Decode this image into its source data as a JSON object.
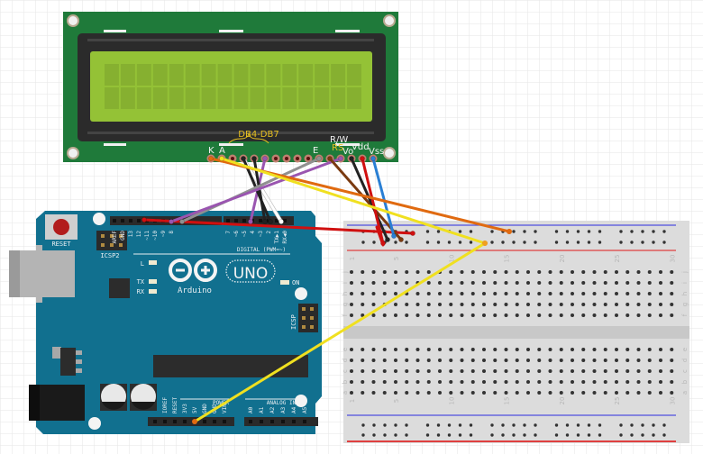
{
  "lcd": {
    "label_db": "DB4-DB7",
    "label_rw": "R/W",
    "label_k": "K",
    "label_a": "A",
    "label_e": "E",
    "label_rs": "RS",
    "label_vo": "Vo",
    "label_vdd": "Vdd",
    "label_vss": "Vss",
    "columns": 16,
    "rows": 2,
    "colors": {
      "pcb": "#1f7a3a",
      "bezel": "#2b2b2b",
      "screen": "#94c236",
      "cell": "#86b030",
      "label_yellow": "#e8c020"
    }
  },
  "arduino": {
    "reset_label": "RESET",
    "icsp2_label": "ICSP2",
    "icsp_label": "ICSP",
    "brand": "Arduino",
    "model": "UNO",
    "led_l": "L",
    "led_tx": "TX",
    "led_rx": "RX",
    "led_on": "ON",
    "digital_label": "DIGITAL (PWM=~)",
    "power_label": "POWER",
    "analog_label": "ANALOG IN",
    "digital_pins": [
      "AREF",
      "GND",
      "13",
      "12",
      "~11",
      "~10",
      "~9",
      "8",
      "7",
      "~6",
      "~5",
      "4",
      "~3",
      "2",
      "TX▶1",
      "RX◀0"
    ],
    "power_pins": [
      "IOREF",
      "RESET",
      "3V3",
      "5V",
      "GND",
      "GND",
      "VIN"
    ],
    "analog_pins": [
      "A0",
      "A1",
      "A2",
      "A3",
      "A4",
      "A5"
    ],
    "colors": {
      "board": "#11708f",
      "header": "#2a2a2a",
      "text": "#e8eef2"
    }
  },
  "breadboard": {
    "row_labels_top": [
      "j",
      "i",
      "h",
      "g",
      "f"
    ],
    "row_labels_bottom": [
      "e",
      "d",
      "c",
      "b",
      "a"
    ],
    "column_labels": [
      "1",
      "5",
      "10",
      "15",
      "20",
      "25",
      "30"
    ],
    "columns": 30,
    "colors": {
      "body": "#dcdcdc",
      "hole": "#333333",
      "rail_red": "#e03030",
      "rail_blue": "#4040e0"
    }
  },
  "wires": [
    {
      "name": "wire-vss-gnd",
      "color": "#2a7fd4"
    },
    {
      "name": "wire-vdd-5v",
      "color": "#d01010"
    },
    {
      "name": "wire-vo-gnd",
      "color": "#222222"
    },
    {
      "name": "wire-rs-pin12",
      "color": "#9a55b0"
    },
    {
      "name": "wire-rw-gnd",
      "color": "#7a3a10"
    },
    {
      "name": "wire-e-pin11",
      "color": "#909090"
    },
    {
      "name": "wire-db4-pin5",
      "color": "#222222"
    },
    {
      "name": "wire-db5-pin4",
      "color": "#222222"
    },
    {
      "name": "wire-db6-pin3",
      "color": "#9a55b0"
    },
    {
      "name": "wire-db7-pin2",
      "color": "#ffffff"
    },
    {
      "name": "wire-a-5v",
      "color": "#f0e020"
    },
    {
      "name": "wire-k-gnd",
      "color": "#e06a10"
    },
    {
      "name": "wire-gnd-rail",
      "color": "#d01010"
    },
    {
      "name": "wire-5v-rail",
      "color": "#f0e020"
    }
  ]
}
